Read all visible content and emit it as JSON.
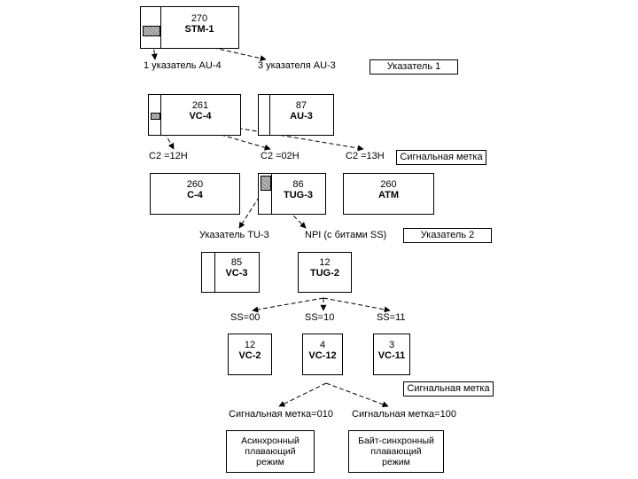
{
  "stm1": {
    "num": "270",
    "label": "STM-1"
  },
  "labels": {
    "au4_pointer": "1 указатель AU-4",
    "au3_pointers": "3 указателя AU-3",
    "c2_12h": "C2 =12H",
    "c2_02h": "C2 =02H",
    "c2_13h": "C2 =13H",
    "tu3_pointer": "Указатель TU-3",
    "npi": "NPI (с битами SS)",
    "ss00": "SS=00",
    "ss10": "SS=10",
    "ss11": "SS=11",
    "label_010": "Сигнальная метка=010",
    "label_100": "Сигнальная метка=100"
  },
  "frames": {
    "pointer1": "Указатель 1",
    "signal_label_1": "Сигнальная метка",
    "pointer2": "Указатель 2",
    "signal_label_2": "Сигнальная метка"
  },
  "vc4": {
    "num": "261",
    "label": "VC-4"
  },
  "au3": {
    "num": "87",
    "label": "AU-3"
  },
  "c4": {
    "num": "260",
    "label": "C-4"
  },
  "tug3": {
    "num": "86",
    "label": "TUG-3"
  },
  "atm": {
    "num": "260",
    "label": "ATM"
  },
  "vc3": {
    "num": "85",
    "label": "VC-3"
  },
  "tug2": {
    "num": "12",
    "label": "TUG-2"
  },
  "vc2": {
    "num": "12",
    "label": "VC-2"
  },
  "vc12": {
    "num": "4",
    "label": "VC-12"
  },
  "vc11": {
    "num": "3",
    "label": "VC-11"
  },
  "modes": {
    "async": [
      "Асинхронный",
      "плавающий",
      "режим"
    ],
    "byte_sync": [
      "Байт-синхронный",
      "плавающий",
      "режим"
    ]
  }
}
